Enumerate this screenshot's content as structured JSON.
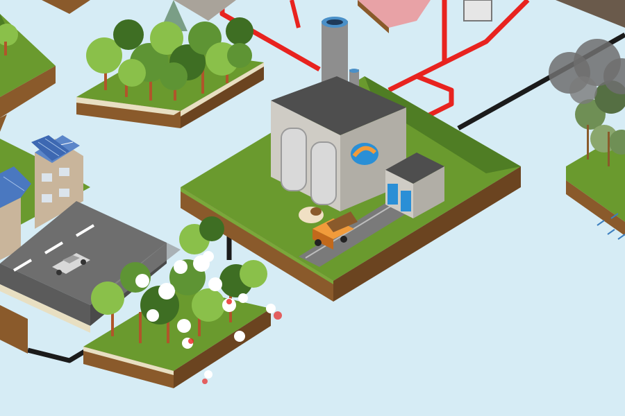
{
  "scene": {
    "background": "#d6ecf5",
    "elements": [
      {
        "name": "factory",
        "icon": "factory-icon"
      },
      {
        "name": "power-line",
        "icon": "power-line-icon"
      },
      {
        "name": "forest-tiles",
        "icon": "tree-icon"
      },
      {
        "name": "solar-houses",
        "icon": "solar-panel-icon"
      },
      {
        "name": "road-with-car",
        "icon": "car-icon"
      },
      {
        "name": "truck",
        "icon": "truck-icon"
      },
      {
        "name": "smoke-cloud",
        "icon": "cloud-icon"
      }
    ]
  },
  "colors": {
    "grass": "#6a9a2e",
    "grass_light": "#82b33a",
    "soil": "#8a5a2b",
    "soil_dark": "#6b4420",
    "factory_wall": "#b9b6ae",
    "factory_roof": "#555555",
    "power_red": "#e8231f",
    "power_black": "#1b1b1b",
    "road": "#6e6e6e",
    "tree_dark": "#3e6e23",
    "tree_mid": "#5e9434",
    "tree_light": "#8ac04a",
    "blossom": "#ffffff",
    "smoke": "#6f6f6f",
    "accent_blue": "#2a8fd6"
  }
}
